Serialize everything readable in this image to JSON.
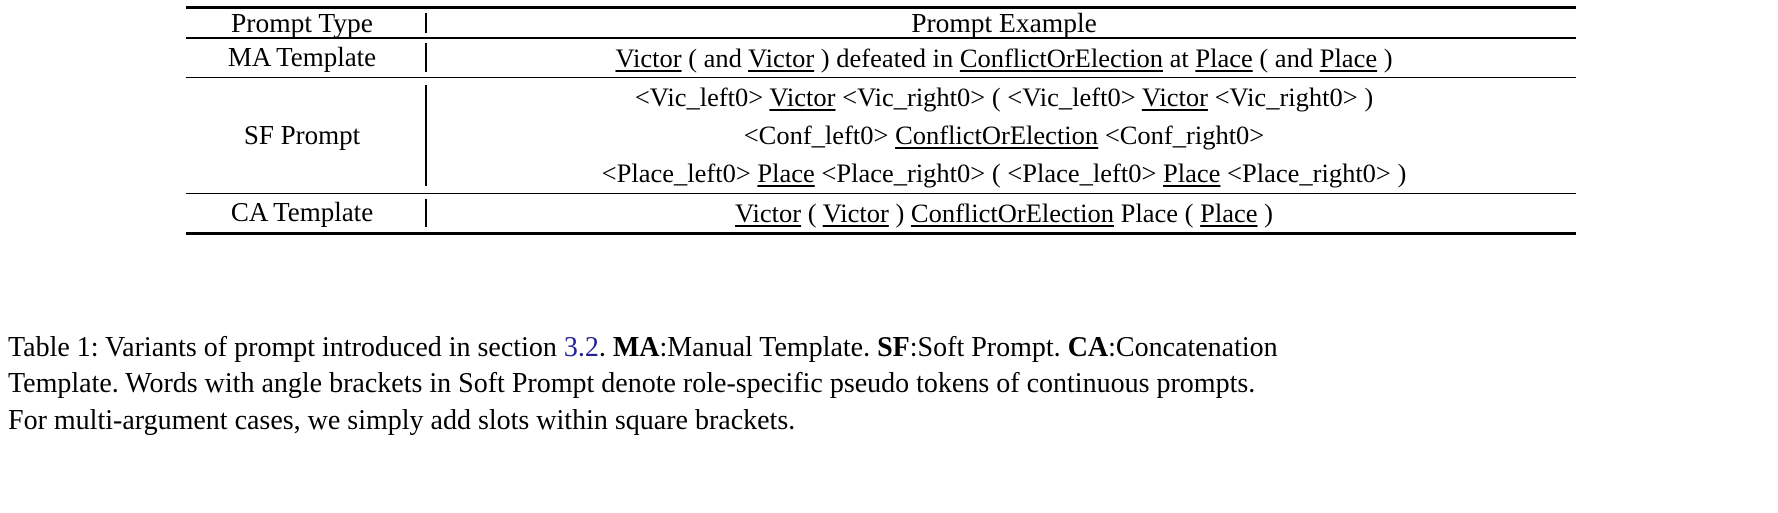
{
  "table": {
    "headers": {
      "type": "Prompt Type",
      "example": "Prompt Example"
    },
    "rows": [
      {
        "type": "MA Template",
        "example_lines": [
          "Victor ( and Victor ) defeated in ConflictOrElection at Place   ( and Place )"
        ],
        "example_tokens": [
          [
            {
              "t": "Victor",
              "u": true
            },
            {
              "t": " ( and ",
              "u": false
            },
            {
              "t": "Victor",
              "u": true
            },
            {
              "t": " ) defeated in ",
              "u": false
            },
            {
              "t": "ConflictOrElection",
              "u": true
            },
            {
              "t": " at ",
              "u": false
            },
            {
              "t": "Place",
              "u": true
            },
            {
              "t": "   ( and ",
              "u": false
            },
            {
              "t": "Place",
              "u": true
            },
            {
              "t": " )",
              "u": false
            }
          ]
        ]
      },
      {
        "type": "SF Prompt",
        "example_lines": [
          "<Vic_left0> Victor <Vic_right0> ( <Vic_left0> Victor <Vic_right0> )",
          "<Conf_left0> ConflictOrElection <Conf_right0>",
          "<Place_left0> Place <Place_right0> ( <Place_left0> Place <Place_right0> )"
        ],
        "example_tokens": [
          [
            {
              "t": "<Vic_left0> ",
              "u": false
            },
            {
              "t": "Victor",
              "u": true
            },
            {
              "t": " <Vic_right0> ( <Vic_left0> ",
              "u": false
            },
            {
              "t": "Victor",
              "u": true
            },
            {
              "t": " <Vic_right0> )",
              "u": false
            }
          ],
          [
            {
              "t": "<Conf_left0> ",
              "u": false
            },
            {
              "t": "ConflictOrElection",
              "u": true
            },
            {
              "t": " <Conf_right0>",
              "u": false
            }
          ],
          [
            {
              "t": "<Place_left0> ",
              "u": false
            },
            {
              "t": "Place",
              "u": true
            },
            {
              "t": " <Place_right0> ( <Place_left0> ",
              "u": false
            },
            {
              "t": "Place",
              "u": true
            },
            {
              "t": " <Place_right0> )",
              "u": false
            }
          ]
        ]
      },
      {
        "type": "CA Template",
        "example_lines": [
          "Victor ( Victor ) ConflictOrElection Place ( Place )"
        ],
        "example_tokens": [
          [
            {
              "t": "Victor",
              "u": true
            },
            {
              "t": " ( ",
              "u": false
            },
            {
              "t": "Victor",
              "u": true
            },
            {
              "t": " ) ",
              "u": false
            },
            {
              "t": "ConflictOrElection",
              "u": true
            },
            {
              "t": " Place ( ",
              "u": false
            },
            {
              "t": "Place",
              "u": true
            },
            {
              "t": " )",
              "u": false
            }
          ]
        ]
      }
    ]
  },
  "caption": {
    "label": "Table 1:",
    "full_text": "Table 1: Variants of prompt introduced in section 3.2. MA:Manual Template. SF:Soft Prompt. CA:Concatenation Template. Words with angle brackets in Soft Prompt denote role-specific pseudo tokens of continuous prompts. For multi-argument cases, we simply add slots within square brackets.",
    "line1_a": "Table 1: Variants of prompt introduced in section ",
    "line1_link": "3.2",
    "line1_b": ". ",
    "line1_ma_bold": "MA",
    "line1_ma_rest": ":Manual Template. ",
    "line1_sf_bold": "SF",
    "line1_sf_rest": ":Soft Prompt. ",
    "line1_ca_bold": "CA",
    "line1_ca_rest": ":Concatenation",
    "line2": "Template.  Words with angle brackets in Soft Prompt denote role-specific pseudo tokens of continuous prompts.",
    "line3": "For multi-argument cases, we simply add slots within square brackets.",
    "link_color": "#20209a"
  }
}
